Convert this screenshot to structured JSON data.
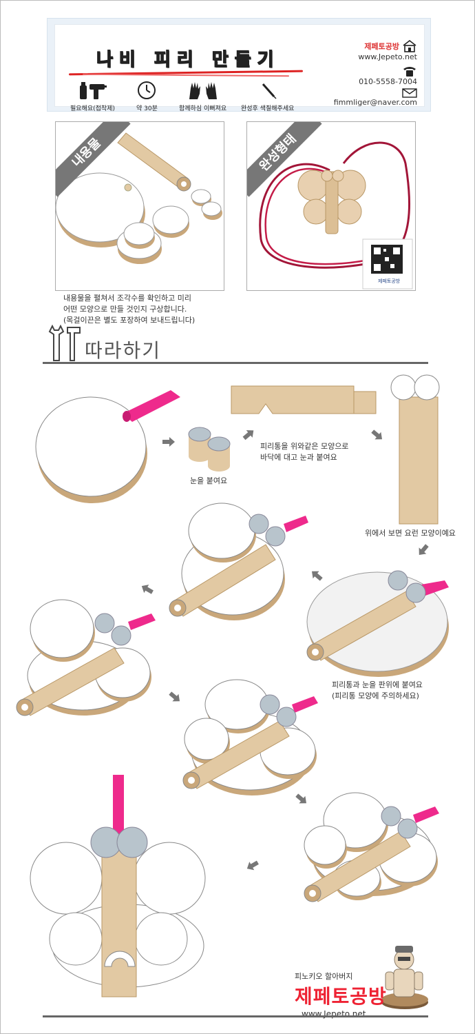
{
  "header": {
    "title": "나비 피리 만들기",
    "tools": [
      {
        "icon": "glue-gun-icon",
        "label": "필요해요(접착제)"
      },
      {
        "icon": "clock-icon",
        "label": "약 30분"
      },
      {
        "icon": "hands-icon",
        "label": "함께하심 이뻐져요"
      },
      {
        "icon": "pen-icon",
        "label": "완성후 색칠해주세요"
      }
    ],
    "brand_name": "제페토공방",
    "brand_url": "www.Jepeto.net",
    "phone": "010-5558-7004",
    "email": "fimmliger@naver.com"
  },
  "panels": {
    "contents_label": "내용물",
    "finished_label": "완성형태",
    "qr_caption": "제페토공방"
  },
  "note": {
    "line1": "내용물을 펼쳐서 조각수를 확인하고 미리",
    "line2": "어떤 모양으로 만들 것인지 구상합니다.",
    "line3": "(목걸이끈은 별도 포장하여 보내드립니다)"
  },
  "section": {
    "title": "따라하기"
  },
  "captions": {
    "eyes": "눈을 붙여요",
    "tube1": "피리통을 위와같은 모양으로",
    "tube2": "바닥에 대고 눈과 붙여요",
    "top_view": "위에서 보면 요런 모양이예요",
    "plate1": "피리통과 눈을 판위에 붙여요",
    "plate2": "(피리통 모양에 주의하세요)"
  },
  "footer": {
    "tagline": "피노키오 할아버지",
    "brand": "제페토공방",
    "url": "www.Jepeto.net"
  },
  "colors": {
    "wood": "#e2c9a3",
    "wood_dark": "#c9a77a",
    "pink": "#ee2a8c",
    "grey_eye": "#b8c4cc",
    "accent_red": "#dd3333"
  }
}
